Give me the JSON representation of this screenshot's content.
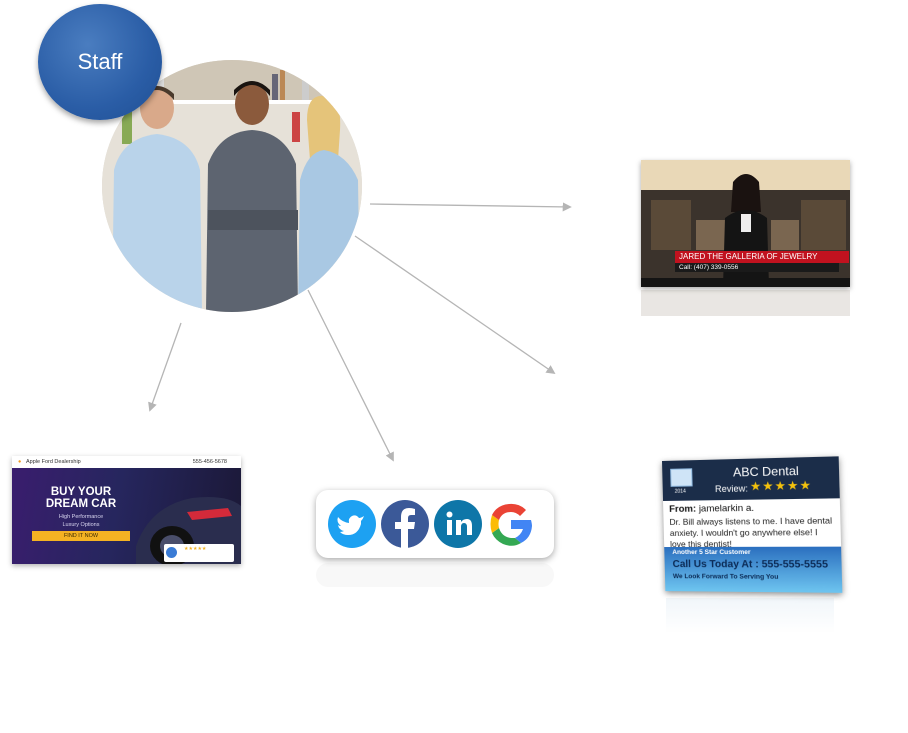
{
  "staff": {
    "label": "Staff"
  },
  "video": {
    "title": "JARED THE GALLERIA OF JEWELRY",
    "phone": "Call: (407) 339-0556"
  },
  "ad": {
    "brand": "Apple Ford Dealership",
    "phone": "555-456-5678",
    "headline_line1": "BUY YOUR",
    "headline_line2": "DREAM CAR",
    "sub_line1": "High Performance",
    "sub_line2": "Luxury Options",
    "button": "FIND IT NOW"
  },
  "social": {
    "icons": [
      "twitter-icon",
      "facebook-icon",
      "linkedin-icon",
      "google-icon"
    ]
  },
  "review": {
    "brand": "ABC Dental",
    "review_label": "Review:",
    "stars": "★★★★★",
    "year": "2014",
    "from_label": "From:",
    "from_name": "jamelarkin a.",
    "text": "Dr. Bill always listens to me. I have dental anxiety. I wouldn't go anywhere else! I love this dentist!",
    "footer1": "Another 5 Star Customer",
    "footer2": "Call Us Today At : 555-555-5555",
    "footer3": "We Look Forward To Serving You"
  },
  "colors": {
    "badge": "#2a5da6",
    "arrow": "#b5b5b5",
    "video_banner": "#c1121f",
    "review_header": "#1b2d49"
  }
}
